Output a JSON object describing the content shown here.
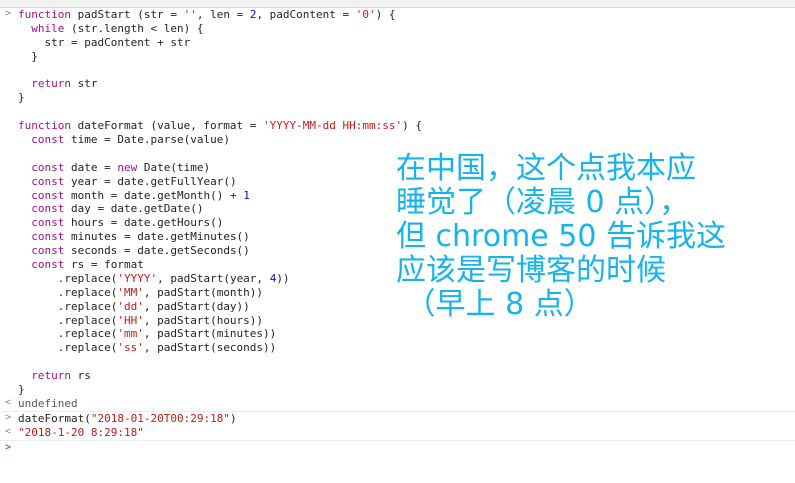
{
  "console": {
    "input_prompt": ">",
    "output_prompt": "<",
    "code_lines": [
      {
        "tokens": [
          [
            "kw",
            "function"
          ],
          [
            "",
            "padStart (str = "
          ],
          [
            "str",
            "''"
          ],
          [
            "",
            ", len = "
          ],
          [
            "num",
            "2"
          ],
          [
            "",
            ", padContent = "
          ],
          [
            "str",
            "'0'"
          ],
          [
            "",
            ") {"
          ]
        ]
      },
      {
        "tokens": [
          [
            "",
            "  "
          ],
          [
            "kw",
            "while"
          ],
          [
            "",
            " (str.length < len) {"
          ]
        ]
      },
      {
        "tokens": [
          [
            "",
            "    str = padContent + str"
          ]
        ]
      },
      {
        "tokens": [
          [
            "",
            "  }"
          ]
        ]
      },
      {
        "tokens": [
          [
            "",
            ""
          ]
        ]
      },
      {
        "tokens": [
          [
            "",
            "  "
          ],
          [
            "kw",
            "return"
          ],
          [
            "",
            " str"
          ]
        ]
      },
      {
        "tokens": [
          [
            "",
            "}"
          ]
        ]
      },
      {
        "tokens": [
          [
            "",
            ""
          ]
        ]
      },
      {
        "tokens": [
          [
            "kw",
            "function"
          ],
          [
            "",
            " dateFormat (value, format = "
          ],
          [
            "str",
            "'YYYY-MM-dd HH:mm:ss'"
          ],
          [
            "",
            ") {"
          ]
        ]
      },
      {
        "tokens": [
          [
            "",
            "  "
          ],
          [
            "kw",
            "const"
          ],
          [
            "",
            " time = Date.parse(value)"
          ]
        ]
      },
      {
        "tokens": [
          [
            "",
            ""
          ]
        ]
      },
      {
        "tokens": [
          [
            "",
            "  "
          ],
          [
            "kw",
            "const"
          ],
          [
            "",
            " date = "
          ],
          [
            "kw",
            "new"
          ],
          [
            "",
            " Date(time)"
          ]
        ]
      },
      {
        "tokens": [
          [
            "",
            "  "
          ],
          [
            "kw",
            "const"
          ],
          [
            "",
            " year = date.getFullYear()"
          ]
        ]
      },
      {
        "tokens": [
          [
            "",
            "  "
          ],
          [
            "kw",
            "const"
          ],
          [
            "",
            " month = date.getMonth() + "
          ],
          [
            "num",
            "1"
          ]
        ]
      },
      {
        "tokens": [
          [
            "",
            "  "
          ],
          [
            "kw",
            "const"
          ],
          [
            "",
            " day = date.getDate()"
          ]
        ]
      },
      {
        "tokens": [
          [
            "",
            "  "
          ],
          [
            "kw",
            "const"
          ],
          [
            "",
            " hours = date.getHours()"
          ]
        ]
      },
      {
        "tokens": [
          [
            "",
            "  "
          ],
          [
            "kw",
            "const"
          ],
          [
            "",
            " minutes = date.getMinutes()"
          ]
        ]
      },
      {
        "tokens": [
          [
            "",
            "  "
          ],
          [
            "kw",
            "const"
          ],
          [
            "",
            " seconds = date.getSeconds()"
          ]
        ]
      },
      {
        "tokens": [
          [
            "",
            "  "
          ],
          [
            "kw",
            "const"
          ],
          [
            "",
            " rs = format"
          ]
        ]
      },
      {
        "tokens": [
          [
            "",
            "      .replace("
          ],
          [
            "str",
            "'YYYY'"
          ],
          [
            "",
            ", padStart(year, "
          ],
          [
            "num",
            "4"
          ],
          [
            "",
            "))"
          ]
        ]
      },
      {
        "tokens": [
          [
            "",
            "      .replace("
          ],
          [
            "str",
            "'MM'"
          ],
          [
            "",
            ", padStart(month))"
          ]
        ]
      },
      {
        "tokens": [
          [
            "",
            "      .replace("
          ],
          [
            "str",
            "'dd'"
          ],
          [
            "",
            ", padStart(day))"
          ]
        ]
      },
      {
        "tokens": [
          [
            "",
            "      .replace("
          ],
          [
            "str",
            "'HH'"
          ],
          [
            "",
            ", padStart(hours))"
          ]
        ]
      },
      {
        "tokens": [
          [
            "",
            "      .replace("
          ],
          [
            "str",
            "'mm'"
          ],
          [
            "",
            ", padStart(minutes))"
          ]
        ]
      },
      {
        "tokens": [
          [
            "",
            "      .replace("
          ],
          [
            "str",
            "'ss'"
          ],
          [
            "",
            ", padStart(seconds))"
          ]
        ]
      },
      {
        "tokens": [
          [
            "",
            ""
          ]
        ]
      },
      {
        "tokens": [
          [
            "",
            "  "
          ],
          [
            "kw",
            "return"
          ],
          [
            "",
            " rs"
          ]
        ]
      },
      {
        "tokens": [
          [
            "",
            "}"
          ]
        ]
      }
    ],
    "result_1": "undefined",
    "call_prefix": "dateFormat(",
    "call_arg": "\"2018-01-20T00:29:18\"",
    "call_suffix": ")",
    "result_2": "\"2018-1-20 8:29:18\""
  },
  "annotation": {
    "color": "#16b3ec",
    "lines": [
      "在中国，这个点我本应",
      "睡觉了（凌晨 0 点），",
      "但 chrome 50 告诉我这",
      "应该是写博客的时候",
      " （早上 8 点）"
    ]
  }
}
